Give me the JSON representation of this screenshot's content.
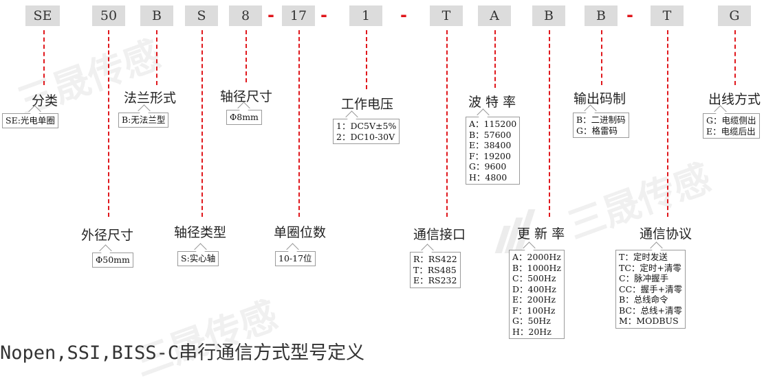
{
  "codes": [
    "SE",
    "50",
    "B",
    "S",
    "8",
    "-",
    "17",
    "-",
    "1",
    "-",
    "T",
    "A",
    "B",
    "B",
    "-",
    "T",
    "G"
  ],
  "labels": {
    "category": "分类",
    "outer_diameter": "外径尺寸",
    "flange_type": "法兰形式",
    "shaft_type": "轴径类型",
    "shaft_size": "轴径尺寸",
    "resolution": "单圈位数",
    "voltage": "工作电压",
    "interface": "通信接口",
    "baud": "波 特 率",
    "refresh": "更 新 率",
    "code_format": "输出码制",
    "protocol": "通信协议",
    "cable": "出线方式"
  },
  "callouts": {
    "category": [
      "SE:光电单圈"
    ],
    "outer_diameter": [
      "Φ50mm"
    ],
    "flange_type": [
      "B:无法兰型"
    ],
    "shaft_type": [
      "S:实心轴"
    ],
    "shaft_size": [
      "Φ8mm"
    ],
    "resolution": [
      "10-17位"
    ],
    "voltage": [
      "1：DC5V±5%",
      "2：DC10-30V"
    ],
    "interface": [
      "R：RS422",
      "T：RS485",
      "E：RS232"
    ],
    "baud": [
      "A：115200",
      "B：57600",
      "E：38400",
      "F：19200",
      "G：9600",
      "H：4800"
    ],
    "refresh": [
      "A：2000Hz",
      "B：1000Hz",
      "C：500Hz",
      "D：400Hz",
      "E：200Hz",
      "F：100Hz",
      "G：50Hz",
      "H：20Hz"
    ],
    "code_format": [
      "B：二进制码",
      "G：格雷码"
    ],
    "protocol": [
      "T：定时发送",
      "TC：定时+清零",
      "C：脉冲握手",
      "CC：握手+清零",
      "B：总线命令",
      "BC：总线+清零",
      "M：MODBUS"
    ],
    "cable": [
      "G：电缆侧出",
      "E：电缆后出"
    ]
  },
  "watermark": {
    "brand": "三晟传感"
  },
  "footer": {
    "title": "Nopen,SSI,BISS-C串行通信方式型号定义"
  }
}
